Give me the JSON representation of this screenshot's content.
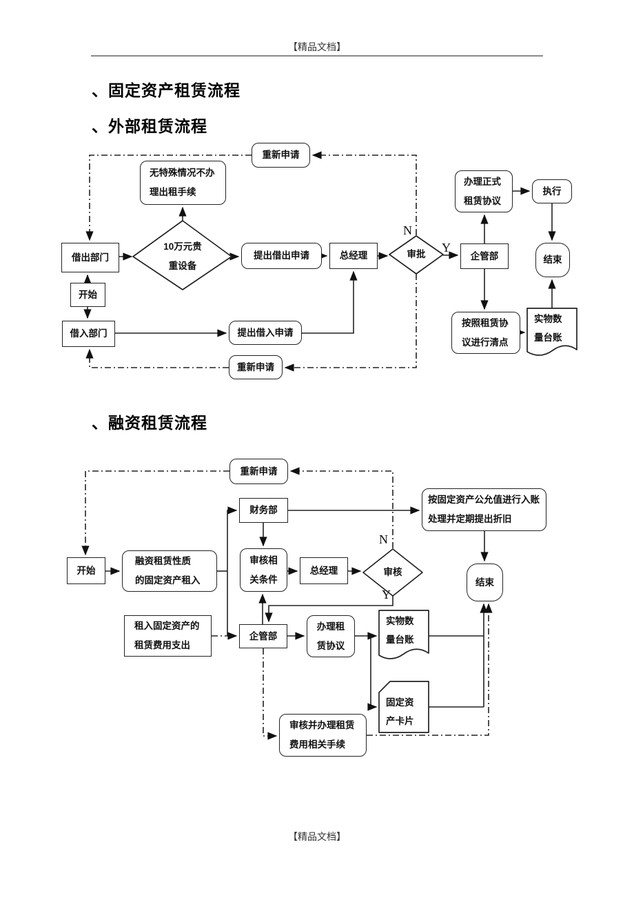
{
  "header": {
    "text": "【精品文档】"
  },
  "footer": {
    "text": "【精品文档】"
  },
  "titles": {
    "main": "、固定资产租赁流程",
    "external": "、外部租赁流程",
    "finance": "、融资租赁流程"
  },
  "flow_external": {
    "nodes": {
      "renew_top": "重新申请",
      "no_special_case": "无特殊情况不办\n理出租手续",
      "lend_dept": "借出部门",
      "valuable_equipment": "10万元贵\n重设备",
      "submit_lend_request": "提出借出申请",
      "general_manager": "总经理",
      "approve": "审批",
      "enterprise_dept": "企管部",
      "formal_agreement": "办理正式\n租赁协议",
      "execute": "执行",
      "end": "结束",
      "start": "开始",
      "borrow_dept": "借入部门",
      "submit_borrow_request": "提出借入申请",
      "renew_bottom": "重新申请",
      "count_per_agreement": "按照租赁协\n议进行清点",
      "physical_ledger": "实物数\n量台账"
    },
    "branch_labels": {
      "no": "N",
      "yes": "Y"
    }
  },
  "flow_finance": {
    "nodes": {
      "renew": "重新申请",
      "finance_dept": "财务部",
      "start": "开始",
      "finance_lease_nature": "融资租赁性质\n的固定资产租入",
      "review_conditions": "审核相\n关条件",
      "general_manager": "总经理",
      "review": "审核",
      "fair_value_entry": "按固定资产公允值进行入账\n处理并定期提出折旧",
      "end": "结束",
      "rent_expense": "租入固定资产的\n租赁费用支出",
      "enterprise_dept": "企管部",
      "lease_agreement": "办理租\n赁协议",
      "physical_ledger": "实物数\n量台账",
      "asset_card": "固定资\n产卡片",
      "review_fee": "审核并办理租赁\n费用相关手续"
    },
    "branch_labels": {
      "no": "N",
      "yes": "Y"
    }
  }
}
